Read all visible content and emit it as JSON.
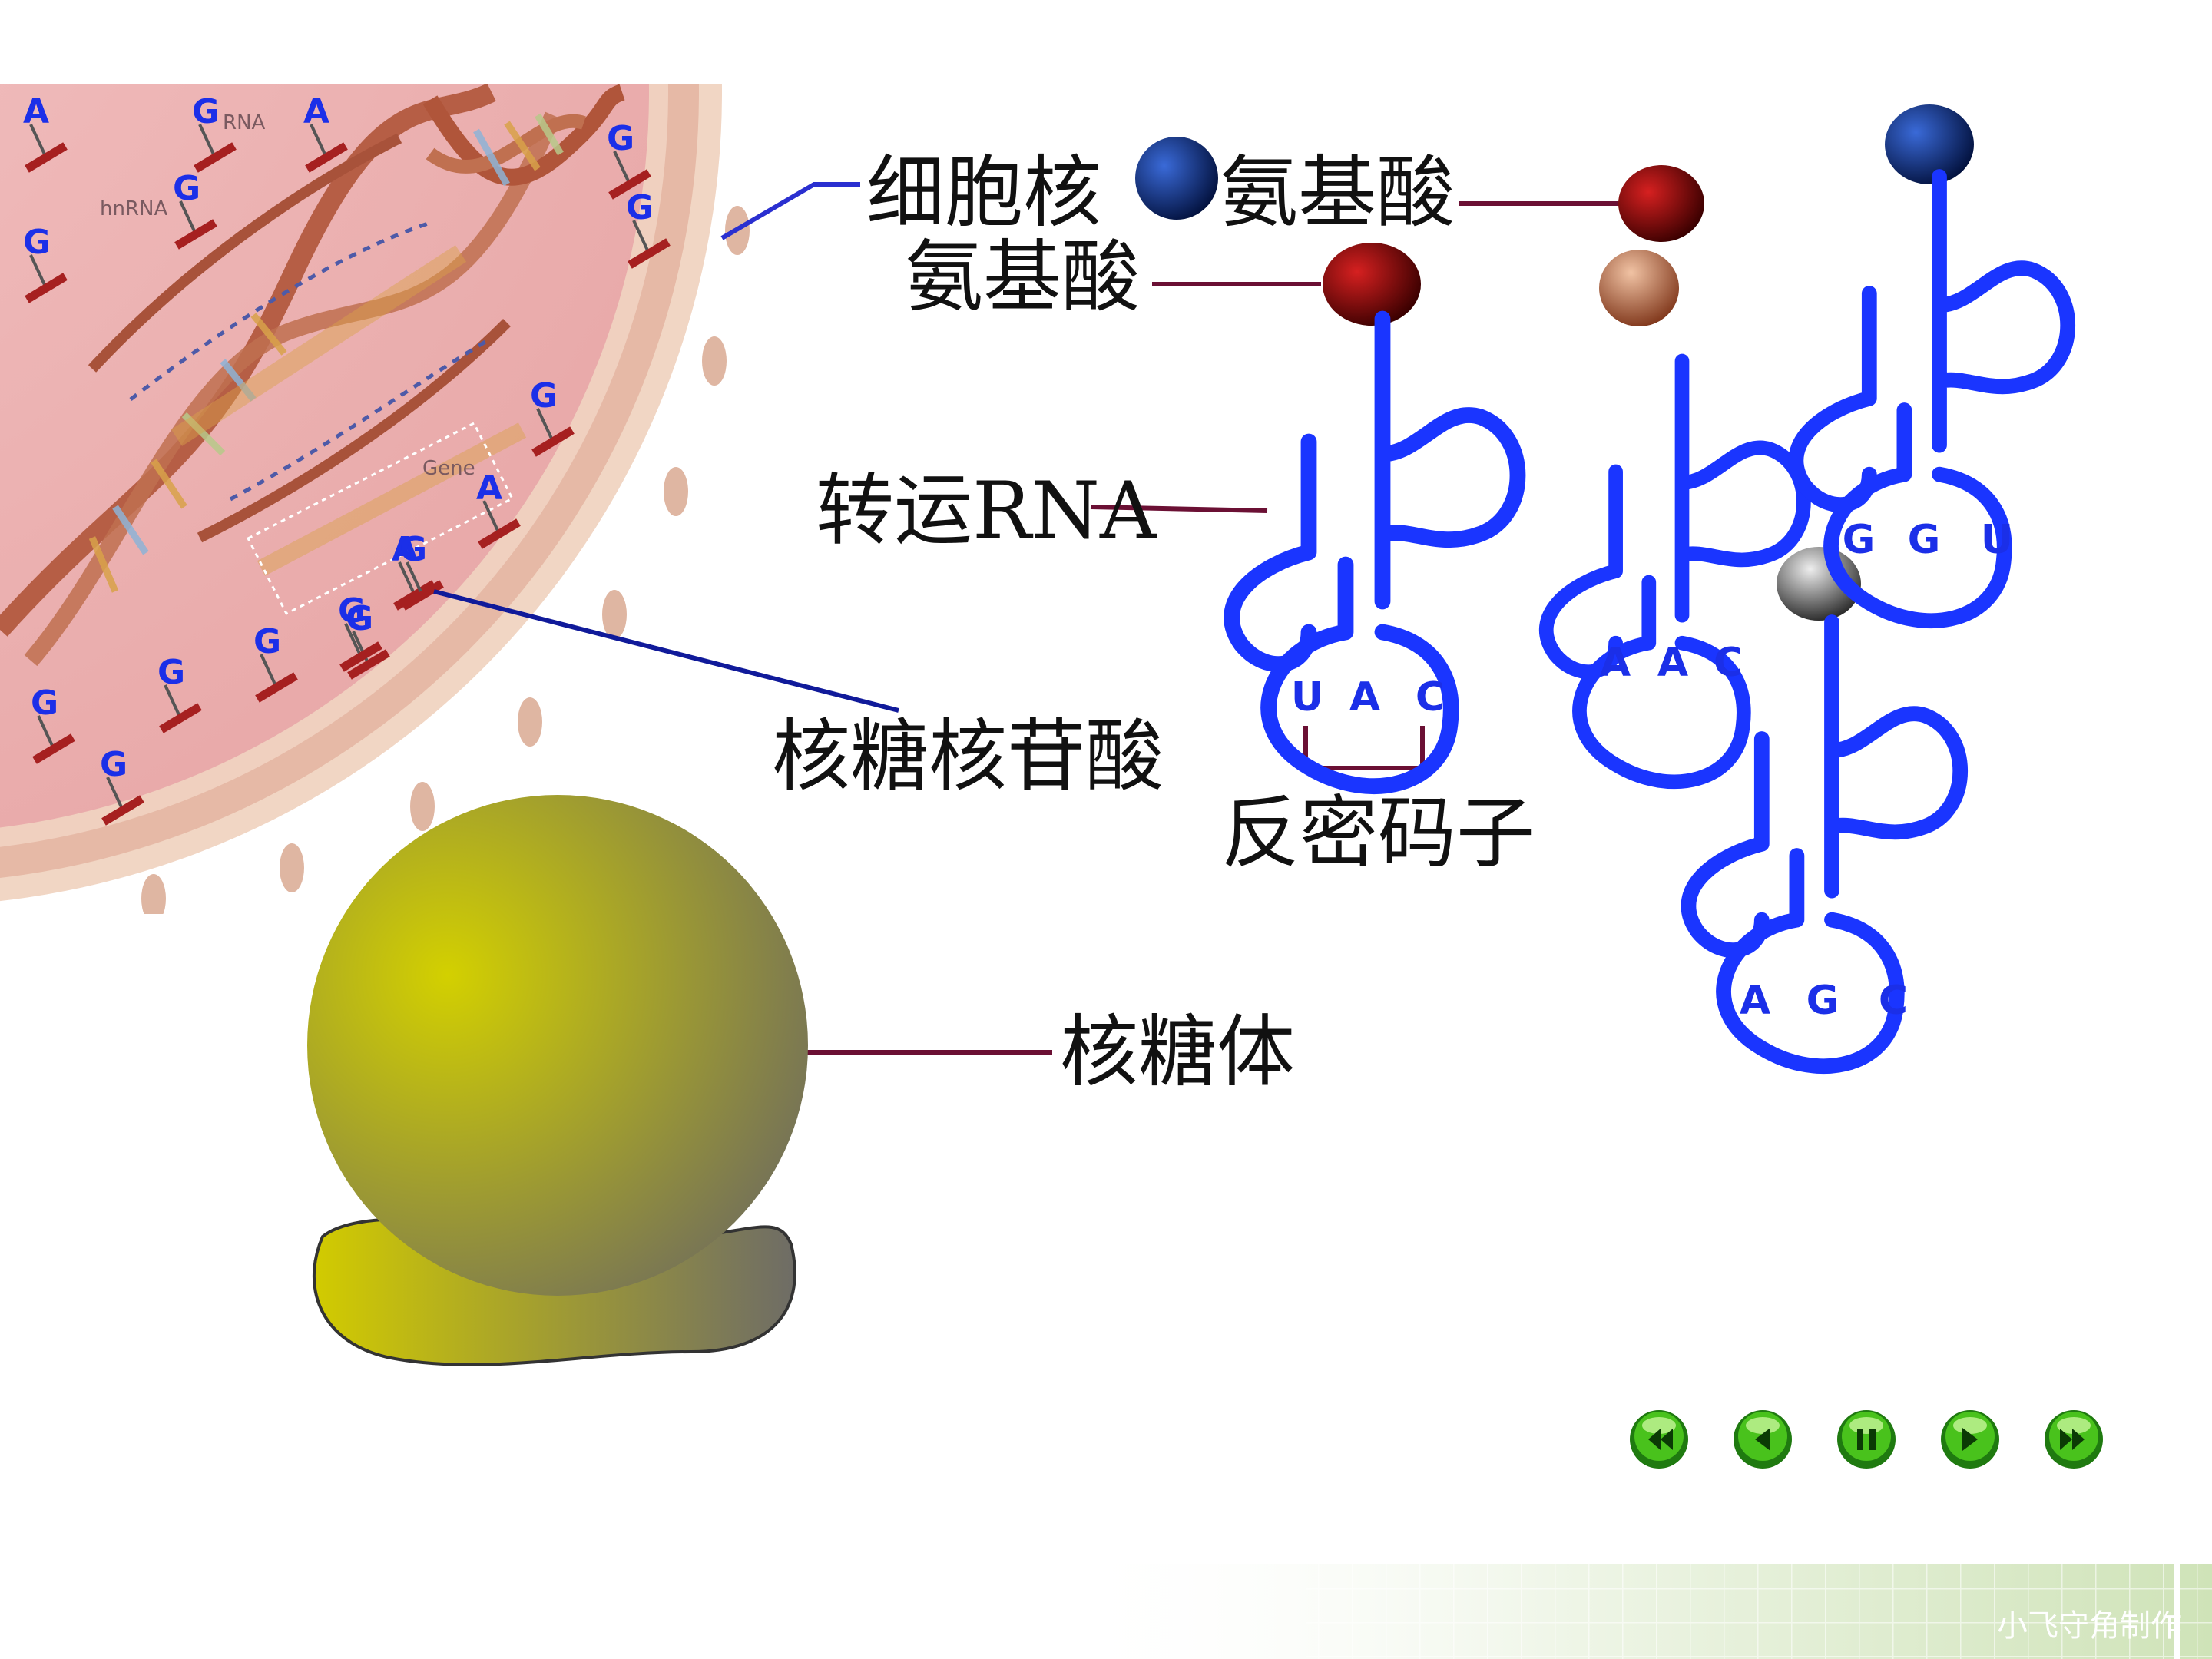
{
  "labels": {
    "nucleus": "细胞核",
    "amino_acid_top": "氨基酸",
    "amino_acid_left": "氨基酸",
    "trna": "转运RNA",
    "nucleotide": "核糖核苷酸",
    "anticodon": "反密码子",
    "ribosome": "核糖体"
  },
  "trnas": [
    {
      "name": "trna-1",
      "anticodon": [
        "U",
        "A",
        "C"
      ]
    },
    {
      "name": "trna-2",
      "anticodon": [
        "A",
        "A",
        "C"
      ]
    },
    {
      "name": "trna-3",
      "anticodon": [
        "G",
        "G",
        "U"
      ]
    },
    {
      "name": "trna-4",
      "anticodon": [
        "A",
        "G",
        "C"
      ]
    }
  ],
  "nucleus_text": {
    "rna": "RNA",
    "hnrna": "hnRNA",
    "gene": "Gene"
  },
  "free_nucleotides": [
    "A",
    "G",
    "A",
    "G",
    "G",
    "G",
    "G",
    "G",
    "A",
    "A",
    "G",
    "G",
    "G",
    "G",
    "G",
    "G",
    "G"
  ],
  "nav_buttons": [
    {
      "name": "first-button",
      "icon": "double-left-arrow-icon"
    },
    {
      "name": "prev-button",
      "icon": "left-arrow-icon"
    },
    {
      "name": "pause-button",
      "icon": "pause-icon"
    },
    {
      "name": "next-button",
      "icon": "right-arrow-icon"
    },
    {
      "name": "last-button",
      "icon": "double-right-arrow-icon"
    }
  ],
  "footer": "小飞守角制作",
  "colors": {
    "trna_stroke": "#1a35ff",
    "amino_blue": "#0a2f8f",
    "amino_red": "#8c0a0a",
    "amino_copper": "#a0583a",
    "amino_gray": "#555555",
    "ribosome": "#c9c400",
    "leader_line": "#6b1034"
  }
}
